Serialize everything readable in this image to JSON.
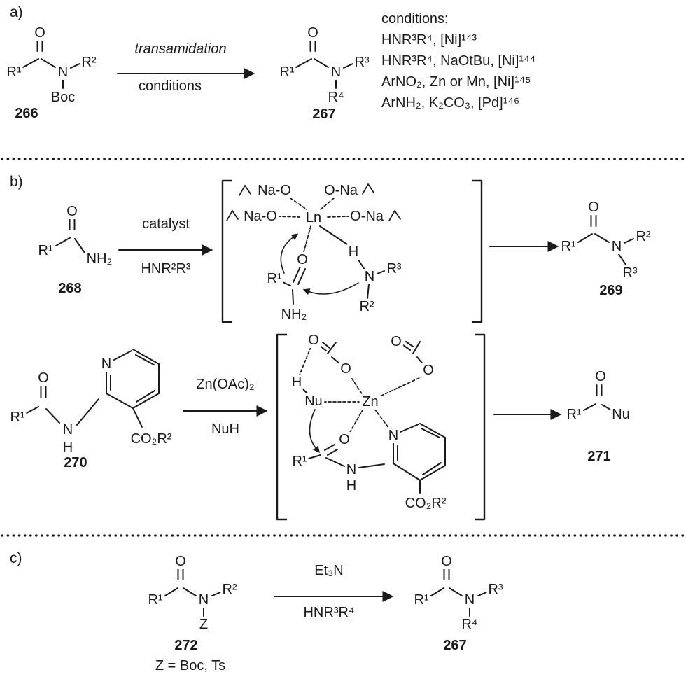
{
  "a": {
    "label": "a)",
    "m266": {
      "o": "O",
      "r1": "R¹",
      "n": "N",
      "r2": "R²",
      "boc": "Boc",
      "num": "266"
    },
    "arrow_top": "transamidation",
    "arrow_bottom": "conditions",
    "m267": {
      "o": "O",
      "r1": "R¹",
      "n": "N",
      "r3": "R³",
      "r4": "R⁴",
      "num": "267"
    },
    "cond_title": "conditions:",
    "cond1": "HNR³R⁴, [Ni]¹⁴³",
    "cond2": "HNR³R⁴, NaOtBu, [Ni]¹⁴⁴",
    "cond3": "ArNO₂, Zn or Mn, [Ni]¹⁴⁵",
    "cond4": "ArNH₂, K₂CO₃, [Pd]¹⁴⁶"
  },
  "b": {
    "label": "b)",
    "m268": {
      "o": "O",
      "r1": "R¹",
      "nh2": "NH₂",
      "num": "268"
    },
    "arrow1_top": "catalyst",
    "arrow1_bottom": "HNR²R³",
    "ts1": {
      "nao_tl": "Na-O",
      "ona_tr": "O-Na",
      "nao_ml": "Na-O",
      "ln": "Ln",
      "ona_mr": "O-Na",
      "r1": "R¹",
      "o": "O",
      "nh2": "NH₂",
      "h": "H",
      "n": "N",
      "r3": "R³",
      "r2": "R²"
    },
    "m269": {
      "o": "O",
      "r1": "R¹",
      "n": "N",
      "r2": "R²",
      "r3": "R³",
      "num": "269"
    },
    "m270": {
      "o": "O",
      "r1": "R¹",
      "n": "N",
      "h": "H",
      "ring_n": "N",
      "co2r2": "CO₂R²",
      "num": "270"
    },
    "arrow2_top": "Zn(OAc)₂",
    "arrow2_bottom": "NuH",
    "ts2": {
      "o1": "O",
      "o2": "O",
      "o3": "O",
      "o4": "O",
      "h": "H",
      "nu": "Nu",
      "zn": "Zn",
      "ring_n": "N",
      "o_amide": "O",
      "r1": "R¹",
      "n": "N",
      "nh": "H",
      "co2r2": "CO₂R²"
    },
    "m271": {
      "o": "O",
      "r1": "R¹",
      "nu": "Nu",
      "num": "271"
    }
  },
  "c": {
    "label": "c)",
    "m272": {
      "o": "O",
      "r1": "R¹",
      "n": "N",
      "r2": "R²",
      "z": "Z",
      "num": "272",
      "z_note": "Z = Boc, Ts"
    },
    "arrow_top": "Et₃N",
    "arrow_bottom": "HNR³R⁴",
    "m267": {
      "o": "O",
      "r1": "R¹",
      "n": "N",
      "r3": "R³",
      "r4": "R⁴",
      "num": "267"
    }
  }
}
